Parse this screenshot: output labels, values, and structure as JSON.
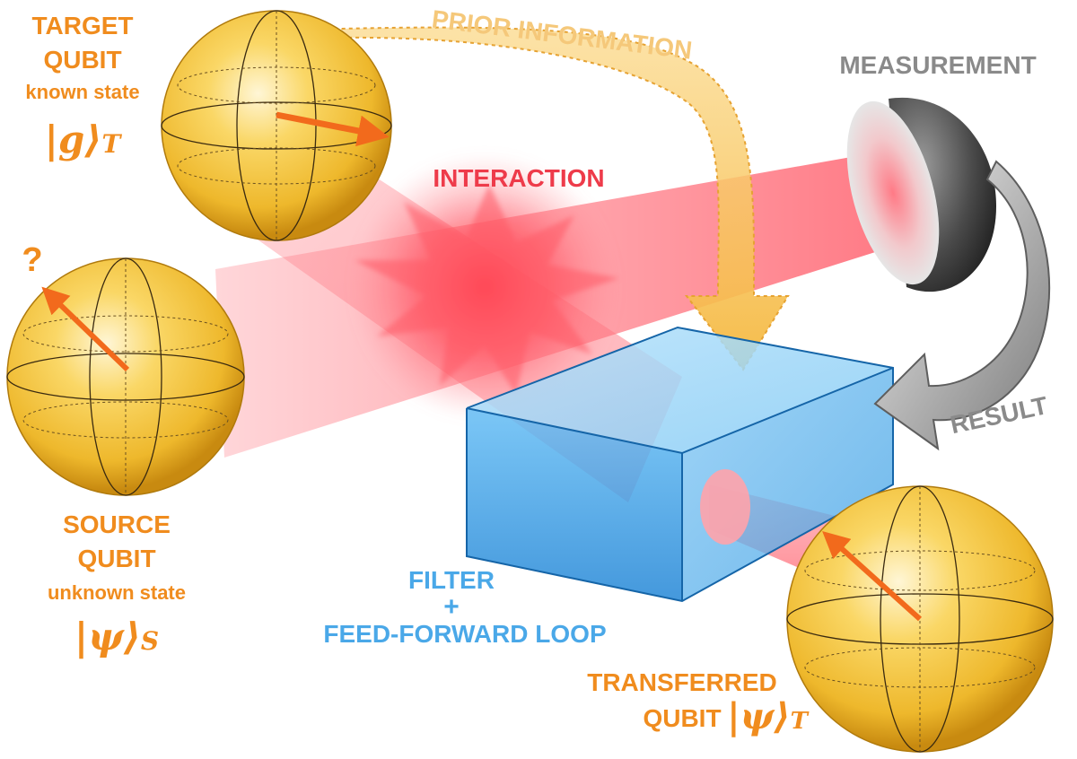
{
  "labels": {
    "target_line1": "TARGET",
    "target_line2": "QUBIT",
    "target_line3": "known state",
    "target_ket_sym": "g",
    "target_ket_sub": "T",
    "source_line1": "SOURCE",
    "source_line2": "QUBIT",
    "source_line3": "unknown state",
    "source_ket_sym": "ψ",
    "source_ket_sub": "S",
    "question_mark": "?",
    "interaction": "INTERACTION",
    "prior_information": "PRIOR INFORMATION",
    "measurement": "MEASUREMENT",
    "result": "RESULT",
    "filter_line1": "FILTER",
    "filter_plus": "+",
    "filter_line2": "FEED-FORWARD LOOP",
    "transferred_line1": "TRANSFERRED",
    "transferred_line2": "QUBIT",
    "transferred_ket_sym": "ψ",
    "transferred_ket_sub": "T"
  },
  "colors": {
    "orange_text": "#f08c1e",
    "prior_text": "#f5c87a",
    "interaction_red": "#ee3b4a",
    "measurement_gray": "#8a8a8a",
    "filter_blue": "#4aa8e8",
    "sphere_gold": "#f4c23a",
    "beam_red": "#ff6f7a",
    "box_blue": "#3aa2ea"
  }
}
